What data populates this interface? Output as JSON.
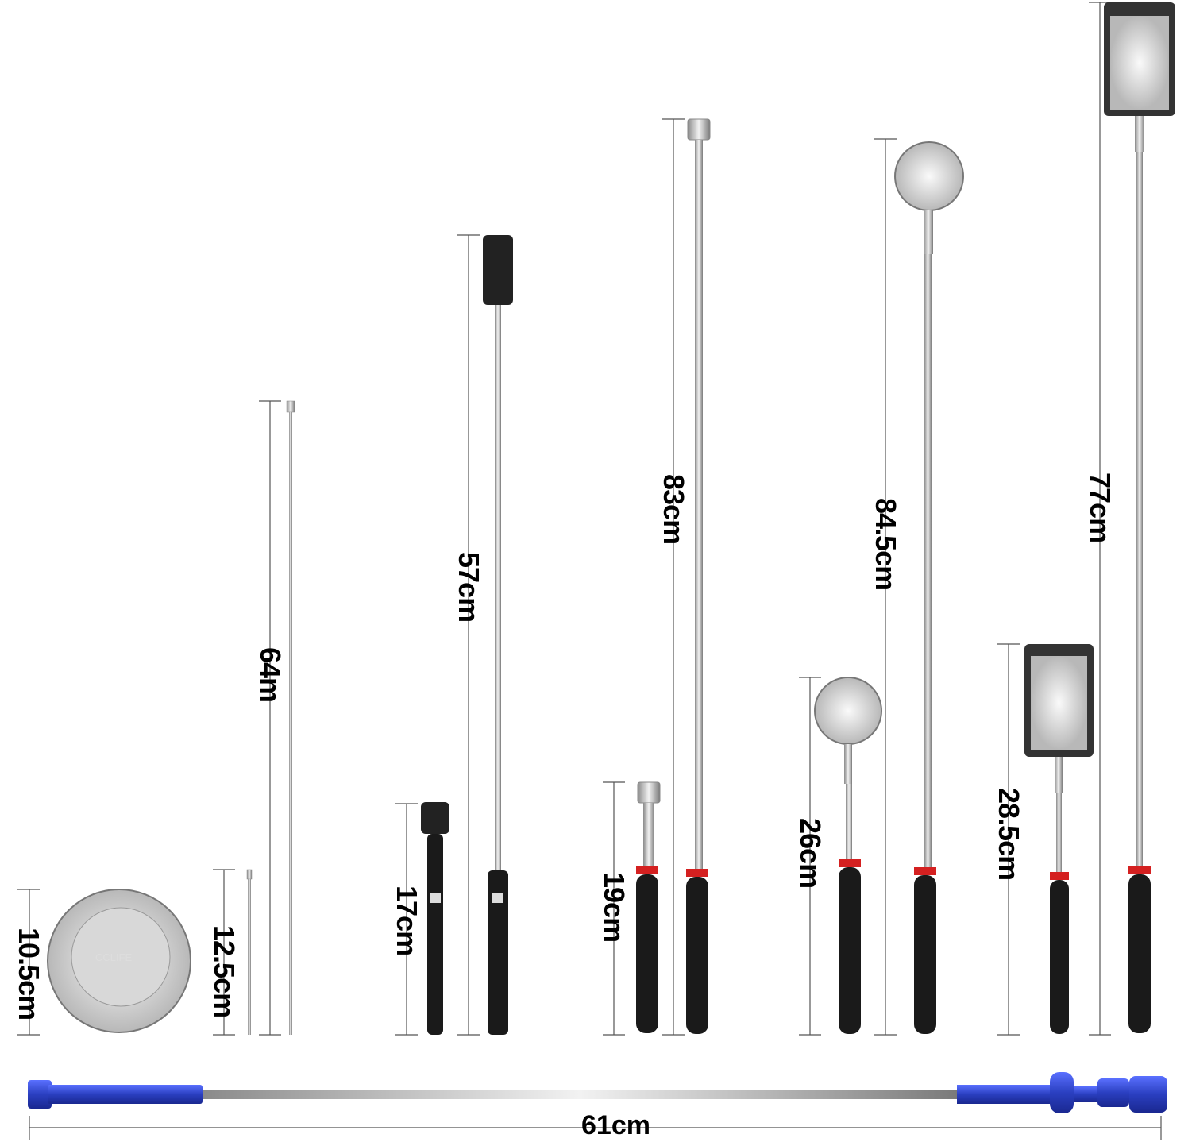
{
  "brand": "CCLIFE",
  "measurements": {
    "tray": "10.5cm",
    "mini_pickup": "12.5cm",
    "pickup_extended": "64m",
    "flashlight_collapsed": "17cm",
    "flashlight_extended": "57cm",
    "magnet_collapsed": "19cm",
    "magnet_extended": "83cm",
    "round_mirror_collapsed": "26cm",
    "round_mirror_extended": "84.5cm",
    "rect_mirror_collapsed": "28.5cm",
    "rect_mirror_extended": "77cm",
    "flex_pickup": "61cm"
  },
  "colors": {
    "handle": "#1a1a1a",
    "ring": "#d42020",
    "flex": "#2a3fc0",
    "line": "#555555"
  }
}
